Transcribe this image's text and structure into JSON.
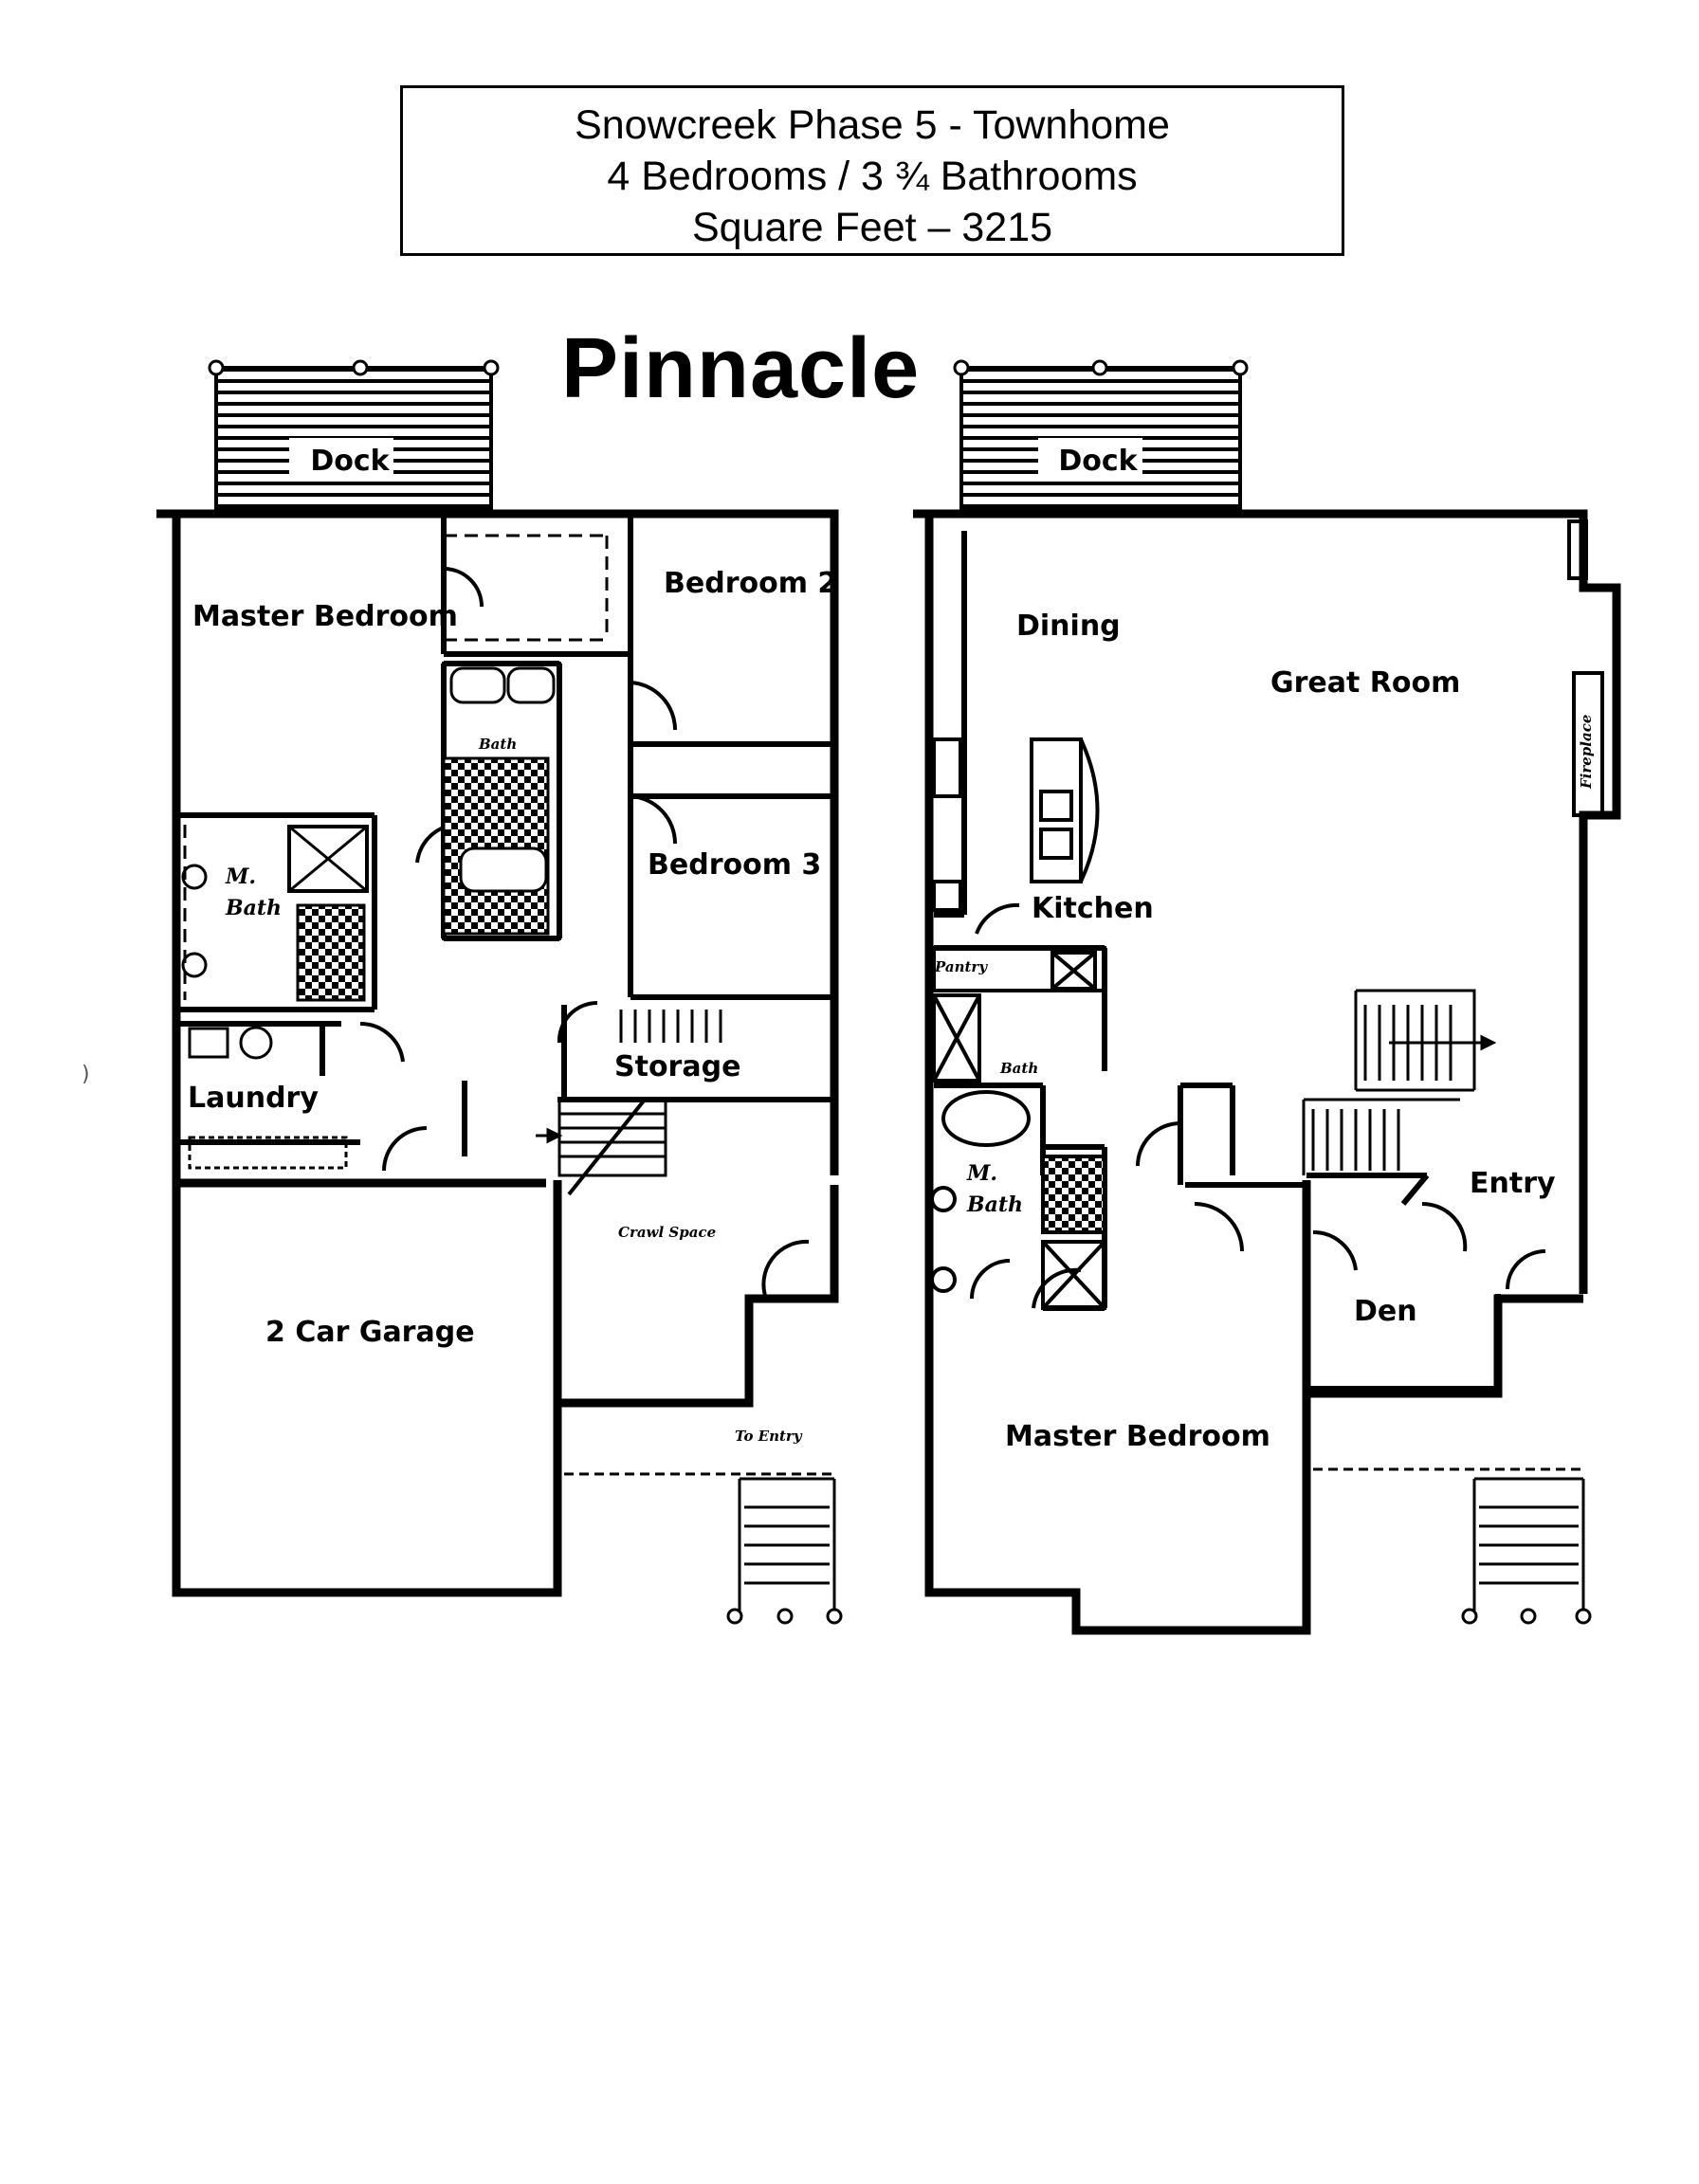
{
  "header": {
    "line1": "Snowcreek Phase 5 - Townhome",
    "line2": "4 Bedrooms / 3 ¾ Bathrooms",
    "line3": "Square Feet – 3215"
  },
  "plan_name": "Pinnacle",
  "lower_level": {
    "dock": "Dock",
    "master_bedroom": "Master Bedroom",
    "bedroom_2": "Bedroom 2",
    "bedroom_3": "Bedroom 3",
    "m_bath_line1": "M.",
    "m_bath_line2": "Bath",
    "bath": "Bath",
    "laundry": "Laundry",
    "storage": "Storage",
    "crawl_space": "Crawl Space",
    "garage": "2 Car Garage",
    "to_entry": "To Entry"
  },
  "main_level": {
    "dock": "Dock",
    "dining": "Dining",
    "great_room": "Great Room",
    "kitchen": "Kitchen",
    "pantry": "Pantry",
    "bath": "Bath",
    "m_bath_line1": "M.",
    "m_bath_line2": "Bath",
    "entry": "Entry",
    "den": "Den",
    "master_bedroom": "Master Bedroom",
    "fireplace": "Fireplace"
  },
  "stray_mark": ")"
}
